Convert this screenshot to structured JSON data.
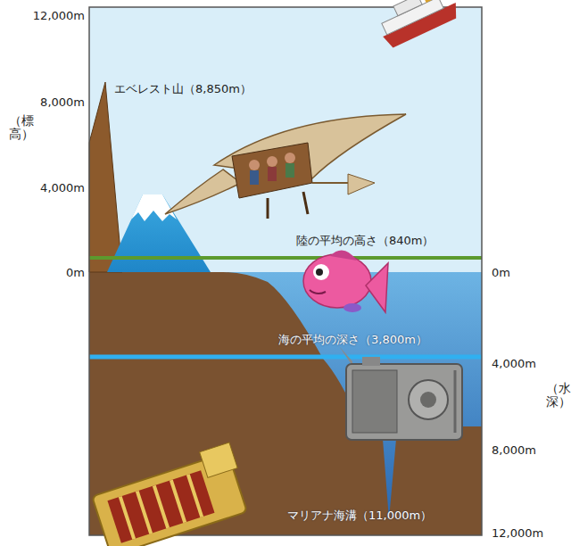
{
  "diagram": {
    "labels": [
      "12,000m",
      "（標高）",
      "8,000m",
      "4,000m",
      "0m",
      "エベレスト山（8,850m）",
      "陸の平均の高さ（840m）",
      "0m",
      "海の平均の深さ（3,800m）",
      "4,000m",
      "（水深）",
      "8,000m",
      "マリアナ海溝（11,000m）",
      "12,000m"
    ]
  }
}
